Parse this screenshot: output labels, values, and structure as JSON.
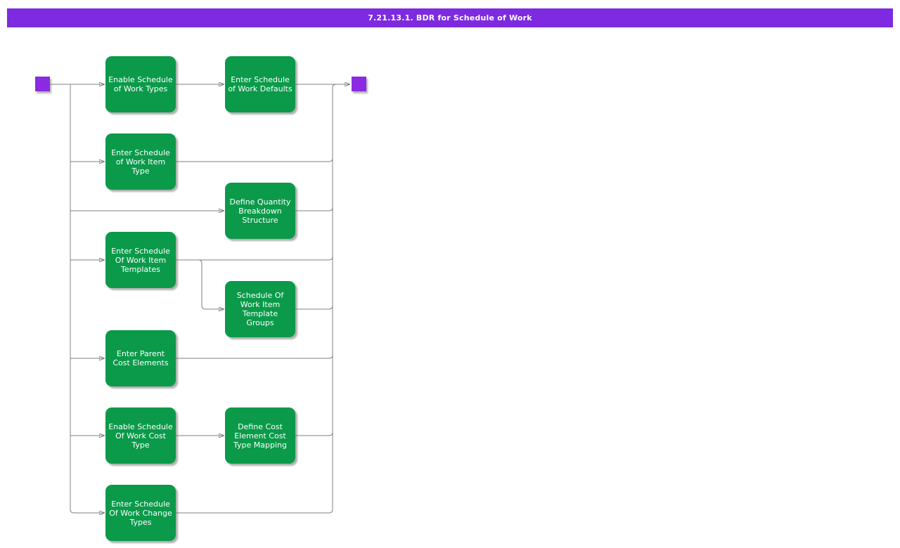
{
  "header": {
    "title": "7.21.13.1. BDR for Schedule of Work"
  },
  "colors": {
    "page-bg": "#ffffff",
    "header-bg": "#7d2ae0",
    "header-text": "#ffffff",
    "node-fill": "#0a9a4a",
    "node-text": "#ffffff",
    "terminal-fill": "#8a2be2",
    "connector": "#808080"
  },
  "diagram": {
    "type": "flowchart",
    "terminals": [
      {
        "id": "start",
        "role": "start"
      },
      {
        "id": "end",
        "role": "end"
      }
    ],
    "nodes": [
      {
        "id": "n1",
        "label": "Enable Schedule\nof Work Types"
      },
      {
        "id": "n2",
        "label": "Enter Schedule\nof Work Defaults"
      },
      {
        "id": "n3",
        "label": "Enter Schedule\nof Work Item\nType"
      },
      {
        "id": "n4",
        "label": "Define Quantity\nBreakdown\nStructure"
      },
      {
        "id": "n5",
        "label": "Enter Schedule\nOf Work Item\nTemplates"
      },
      {
        "id": "n6",
        "label": "Schedule Of\nWork Item\nTemplate\nGroups"
      },
      {
        "id": "n7",
        "label": "Enter Parent\nCost Elements"
      },
      {
        "id": "n8",
        "label": "Enable Schedule\nOf Work Cost\nType"
      },
      {
        "id": "n9",
        "label": "Define Cost\nElement Cost\nType Mapping"
      },
      {
        "id": "n10",
        "label": "Enter Schedule\nOf Work Change\nTypes"
      }
    ],
    "edges": [
      {
        "from": "start",
        "to": "n1"
      },
      {
        "from": "n1",
        "to": "n2"
      },
      {
        "from": "n2",
        "to": "end"
      },
      {
        "from": "start",
        "to": "n3"
      },
      {
        "from": "n3",
        "to": "end"
      },
      {
        "from": "start",
        "to": "n4"
      },
      {
        "from": "n4",
        "to": "end"
      },
      {
        "from": "start",
        "to": "n5"
      },
      {
        "from": "n5",
        "to": "n6"
      },
      {
        "from": "n5",
        "to": "end"
      },
      {
        "from": "n6",
        "to": "end"
      },
      {
        "from": "start",
        "to": "n7"
      },
      {
        "from": "n7",
        "to": "end"
      },
      {
        "from": "start",
        "to": "n8"
      },
      {
        "from": "n8",
        "to": "n9"
      },
      {
        "from": "n9",
        "to": "end"
      },
      {
        "from": "start",
        "to": "n10"
      },
      {
        "from": "n10",
        "to": "end"
      }
    ]
  }
}
